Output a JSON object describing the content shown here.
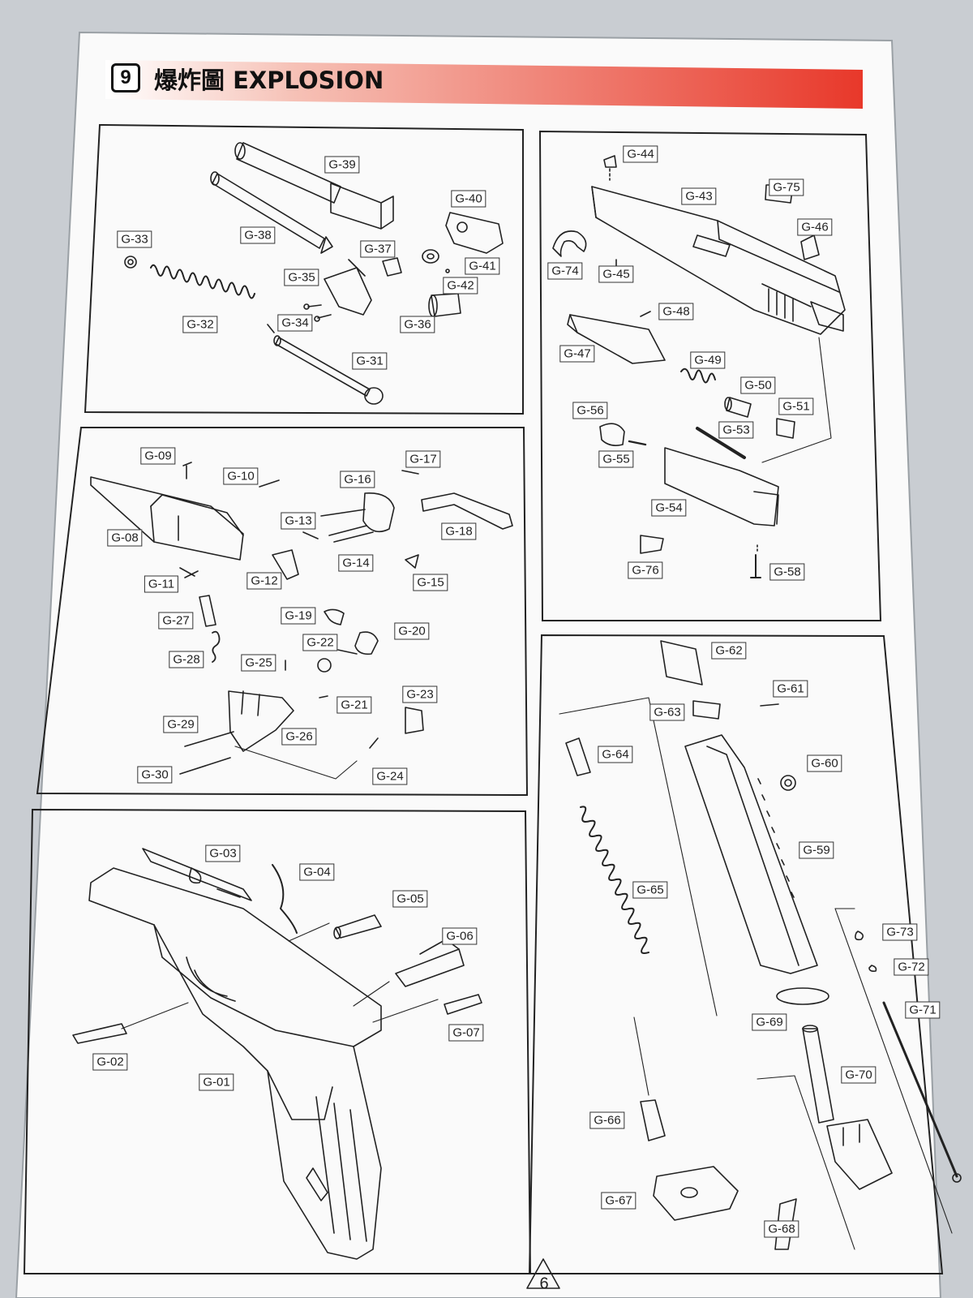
{
  "header": {
    "section_number": "9",
    "title": "爆炸圖 EXPLOSION",
    "accent_color": "#e8382a"
  },
  "panels": {
    "barrel_assembly": {
      "labels": [
        {
          "id": "g39",
          "text": "G-39"
        },
        {
          "id": "g38",
          "text": "G-38"
        },
        {
          "id": "g40",
          "text": "G-40"
        },
        {
          "id": "g33",
          "text": "G-33"
        },
        {
          "id": "g37",
          "text": "G-37"
        },
        {
          "id": "g41",
          "text": "G-41"
        },
        {
          "id": "g35",
          "text": "G-35"
        },
        {
          "id": "g42",
          "text": "G-42"
        },
        {
          "id": "g34",
          "text": "G-34"
        },
        {
          "id": "g32",
          "text": "G-32"
        },
        {
          "id": "g36",
          "text": "G-36"
        },
        {
          "id": "g31",
          "text": "G-31"
        }
      ]
    },
    "slide_assembly": {
      "labels": [
        {
          "id": "g44",
          "text": "G-44"
        },
        {
          "id": "g43",
          "text": "G-43"
        },
        {
          "id": "g75",
          "text": "G-75"
        },
        {
          "id": "g46",
          "text": "G-46"
        },
        {
          "id": "g74",
          "text": "G-74"
        },
        {
          "id": "g45",
          "text": "G-45"
        },
        {
          "id": "g48",
          "text": "G-48"
        },
        {
          "id": "g47",
          "text": "G-47"
        },
        {
          "id": "g49",
          "text": "G-49"
        },
        {
          "id": "g50",
          "text": "G-50"
        },
        {
          "id": "g51",
          "text": "G-51"
        },
        {
          "id": "g56",
          "text": "G-56"
        },
        {
          "id": "g53",
          "text": "G-53"
        },
        {
          "id": "g55",
          "text": "G-55"
        },
        {
          "id": "g54",
          "text": "G-54"
        },
        {
          "id": "g76",
          "text": "G-76"
        },
        {
          "id": "g58",
          "text": "G-58"
        }
      ]
    },
    "trigger_assembly": {
      "labels": [
        {
          "id": "g09",
          "text": "G-09"
        },
        {
          "id": "g17",
          "text": "G-17"
        },
        {
          "id": "g10",
          "text": "G-10"
        },
        {
          "id": "g16",
          "text": "G-16"
        },
        {
          "id": "g13",
          "text": "G-13"
        },
        {
          "id": "g18",
          "text": "G-18"
        },
        {
          "id": "g08",
          "text": "G-08"
        },
        {
          "id": "g14",
          "text": "G-14"
        },
        {
          "id": "g12",
          "text": "G-12"
        },
        {
          "id": "g15",
          "text": "G-15"
        },
        {
          "id": "g11",
          "text": "G-11"
        },
        {
          "id": "g19",
          "text": "G-19"
        },
        {
          "id": "g27",
          "text": "G-27"
        },
        {
          "id": "g20",
          "text": "G-20"
        },
        {
          "id": "g22",
          "text": "G-22"
        },
        {
          "id": "g28",
          "text": "G-28"
        },
        {
          "id": "g25",
          "text": "G-25"
        },
        {
          "id": "g23",
          "text": "G-23"
        },
        {
          "id": "g21",
          "text": "G-21"
        },
        {
          "id": "g29",
          "text": "G-29"
        },
        {
          "id": "g26",
          "text": "G-26"
        },
        {
          "id": "g30",
          "text": "G-30"
        },
        {
          "id": "g24",
          "text": "G-24"
        }
      ]
    },
    "magazine_assembly": {
      "labels": [
        {
          "id": "g62",
          "text": "G-62"
        },
        {
          "id": "g61",
          "text": "G-61"
        },
        {
          "id": "g63",
          "text": "G-63"
        },
        {
          "id": "g64",
          "text": "G-64"
        },
        {
          "id": "g60",
          "text": "G-60"
        },
        {
          "id": "g59",
          "text": "G-59"
        },
        {
          "id": "g65",
          "text": "G-65"
        },
        {
          "id": "g73",
          "text": "G-73"
        },
        {
          "id": "g72",
          "text": "G-72"
        },
        {
          "id": "g71",
          "text": "G-71"
        },
        {
          "id": "g69",
          "text": "G-69"
        },
        {
          "id": "g70",
          "text": "G-70"
        },
        {
          "id": "g66",
          "text": "G-66"
        },
        {
          "id": "g67",
          "text": "G-67"
        },
        {
          "id": "g68",
          "text": "G-68"
        }
      ]
    },
    "frame_assembly": {
      "labels": [
        {
          "id": "g03",
          "text": "G-03"
        },
        {
          "id": "g04",
          "text": "G-04"
        },
        {
          "id": "g05",
          "text": "G-05"
        },
        {
          "id": "g06",
          "text": "G-06"
        },
        {
          "id": "g07",
          "text": "G-07"
        },
        {
          "id": "g02",
          "text": "G-02"
        },
        {
          "id": "g01",
          "text": "G-01"
        }
      ]
    }
  },
  "footer": {
    "page_number": "6"
  }
}
